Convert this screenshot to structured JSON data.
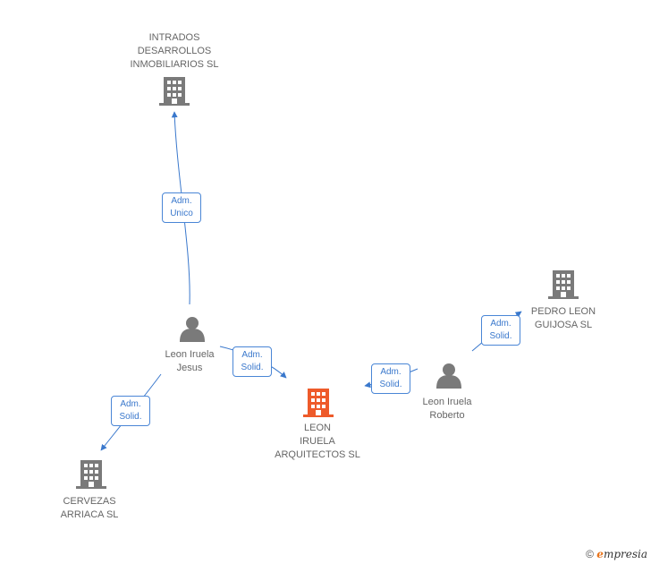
{
  "colors": {
    "company_gray": "#7a7a7a",
    "company_highlight": "#ee5a2a",
    "person_gray": "#7a7a7a",
    "edge_blue": "#3a78cc"
  },
  "nodes": {
    "intrados": {
      "lines": [
        "INTRADOS",
        "DESARROLLOS",
        "INMOBILIARIOS SL"
      ],
      "icon": "building-icon"
    },
    "cervezas": {
      "lines": [
        "CERVEZAS",
        "ARRIACA  SL"
      ],
      "icon": "building-icon"
    },
    "leon_iruela": {
      "lines": [
        "LEON",
        "IRUELA",
        "ARQUITECTOS SL"
      ],
      "icon": "building-icon"
    },
    "pedro_leon": {
      "lines": [
        "PEDRO LEON",
        "GUIJOSA SL"
      ],
      "icon": "building-icon"
    },
    "jesus": {
      "lines": [
        "Leon Iruela",
        "Jesus"
      ],
      "icon": "person-icon"
    },
    "roberto": {
      "lines": [
        "Leon Iruela",
        "Roberto"
      ],
      "icon": "person-icon"
    }
  },
  "edges": {
    "jesus_intrados": {
      "lines": [
        "Adm.",
        "Unico"
      ]
    },
    "jesus_leon": {
      "lines": [
        "Adm.",
        "Solid."
      ]
    },
    "jesus_cervezas": {
      "lines": [
        "Adm.",
        "Solid."
      ]
    },
    "roberto_leon": {
      "lines": [
        "Adm.",
        "Solid."
      ]
    },
    "roberto_pedro": {
      "lines": [
        "Adm.",
        "Solid."
      ]
    }
  },
  "footer": {
    "copyright": "©",
    "brand_e": "e",
    "brand_rest": "mpresia"
  }
}
